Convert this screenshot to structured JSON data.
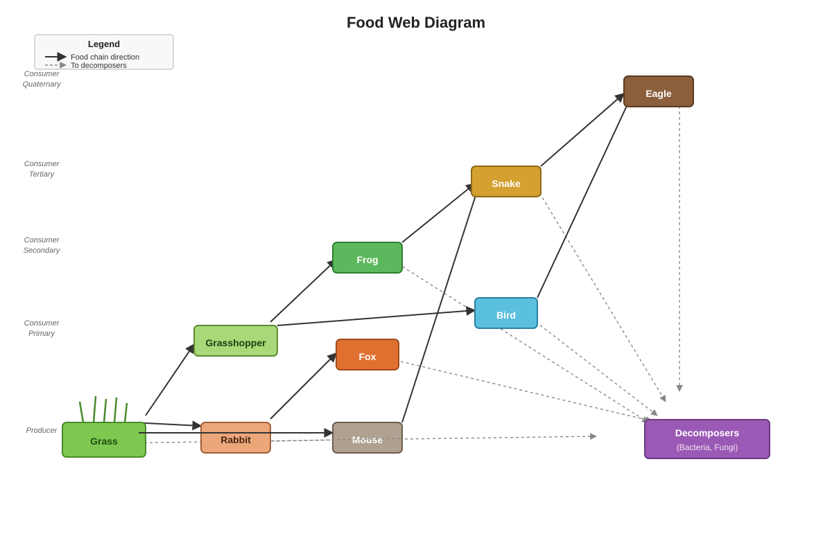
{
  "title": "Food Web Diagram",
  "legend": {
    "title": "Legend",
    "items": [
      {
        "label": "Food chain direction",
        "style": "solid"
      },
      {
        "label": "To decomposers",
        "style": "dashed"
      }
    ]
  },
  "levels": [
    {
      "line1": "Consumer",
      "line2": "Quaternary"
    },
    {
      "line1": "Consumer",
      "line2": "Tertiary"
    },
    {
      "line1": "Consumer",
      "line2": "Secondary"
    },
    {
      "line1": "Consumer",
      "line2": "Primary"
    },
    {
      "line1": "Producer",
      "line2": ""
    }
  ],
  "nodes": {
    "grass": {
      "label": "Grass",
      "fill": "#7ec850",
      "stroke": "#4a8a2a",
      "text": "#1f4d0f"
    },
    "grasshopper": {
      "label": "Grasshopper",
      "fill": "#a8d878",
      "stroke": "#5a8a30",
      "text": "#1f3d0f"
    },
    "rabbit": {
      "label": "Rabbit",
      "fill": "#eba67a",
      "stroke": "#a0603a",
      "text": "#4a2410"
    },
    "mouse": {
      "label": "Mouse",
      "fill": "#b0a090",
      "stroke": "#6e5e50",
      "text": "#ffffff"
    },
    "frog": {
      "label": "Frog",
      "fill": "#5cb85c",
      "stroke": "#2e7d32",
      "text": "#ffffff"
    },
    "fox": {
      "label": "Fox",
      "fill": "#e07030",
      "stroke": "#a04a1a",
      "text": "#ffffff"
    },
    "bird": {
      "label": "Bird",
      "fill": "#5bc0de",
      "stroke": "#2a80a0",
      "text": "#ffffff"
    },
    "snake": {
      "label": "Snake",
      "fill": "#d4a030",
      "stroke": "#8a6a1a",
      "text": "#ffffff"
    },
    "eagle": {
      "label": "Eagle",
      "fill": "#8b5e3c",
      "stroke": "#5a3a20",
      "text": "#ffffff"
    },
    "decomposers": {
      "label": "Decomposers",
      "sub": "(Bacteria, Fungi)",
      "fill": "#9b59b6",
      "stroke": "#6a3a80",
      "text": "#ffffff"
    }
  },
  "edges_feeding": [
    [
      "grass",
      "grasshopper"
    ],
    [
      "grass",
      "rabbit"
    ],
    [
      "grass",
      "mouse"
    ],
    [
      "grasshopper",
      "frog"
    ],
    [
      "grasshopper",
      "bird"
    ],
    [
      "rabbit",
      "fox"
    ],
    [
      "mouse",
      "snake"
    ],
    [
      "frog",
      "snake"
    ],
    [
      "snake",
      "eagle"
    ],
    [
      "bird",
      "eagle"
    ]
  ],
  "edges_decomposer": [
    [
      "grass",
      "decomposers"
    ],
    [
      "frog",
      "decomposers"
    ],
    [
      "fox",
      "decomposers"
    ],
    [
      "bird",
      "decomposers"
    ],
    [
      "snake",
      "decomposers"
    ],
    [
      "eagle",
      "decomposers"
    ]
  ]
}
